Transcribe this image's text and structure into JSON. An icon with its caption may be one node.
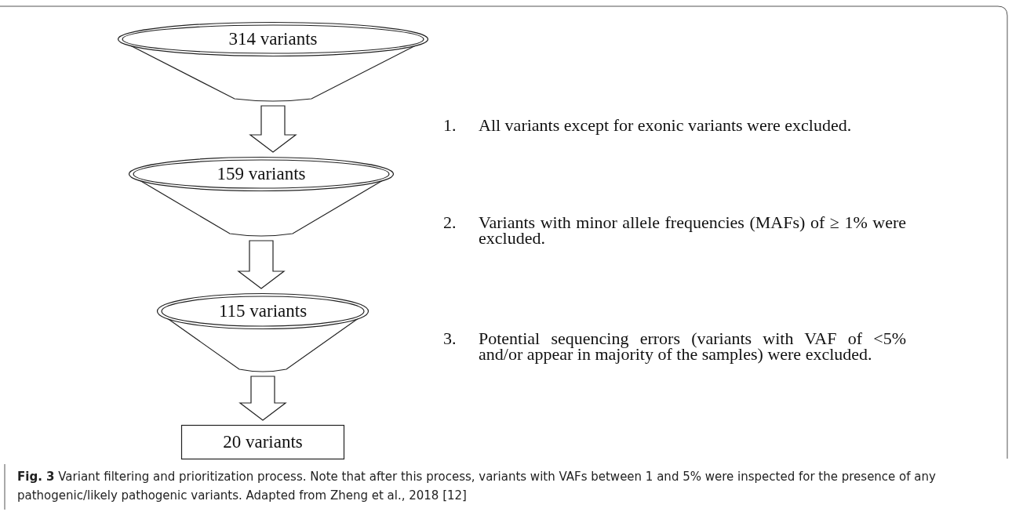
{
  "diagram": {
    "caption": "**Fig. 3** Variant filtering and prioritization process. Note that after this process, variants with VAFs between 1 and 5% were inspected for the presence of any pathogenic/likely pathogenic variants. Adapted from Zheng et al., 2018 [12]",
    "nodes": [
      {
        "text": [
          "314 variants"
        ]
      },
      {
        "text": [
          "159 variants"
        ]
      },
      {
        "text": [
          "115 variants"
        ]
      },
      {
        "text": [
          "20 variants"
        ]
      }
    ],
    "edges": [
      {
        "from": 0,
        "to": 1,
        "arrow": "to"
      },
      {
        "from": 1,
        "to": 2,
        "arrow": "to"
      },
      {
        "from": 2,
        "to": 3,
        "arrow": "to"
      }
    ],
    "labels": [
      "1.",
      "All variants except for exonic variants were excluded.",
      "2.",
      "Variants with minor allele frequencies (MAFs) of ≥ 1% were excluded.",
      "3.",
      "Potential sequencing errors (variants with VAF of <5% and/or appear in majority of the samples) were excluded."
    ]
  }
}
